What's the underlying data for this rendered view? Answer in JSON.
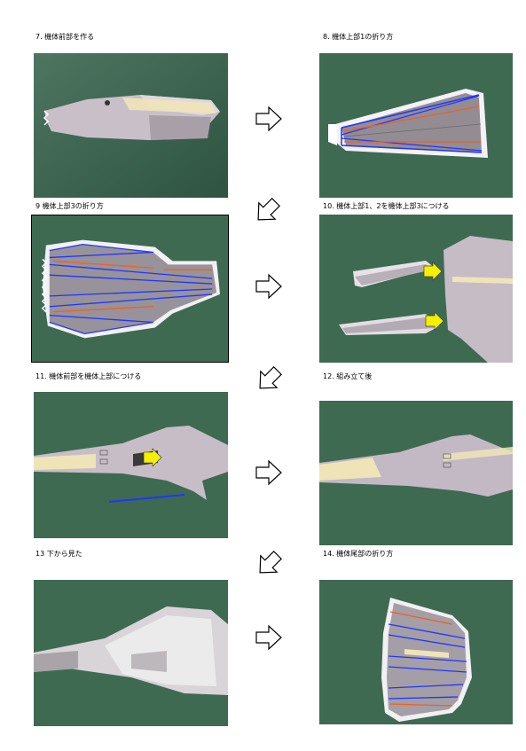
{
  "steps": [
    {
      "caption": "7. 機体前部を作る"
    },
    {
      "caption": "8. 機体上部1の折り方"
    },
    {
      "caption": "9  機体上部3の折り方"
    },
    {
      "caption": "10. 機体上部1、2を機体上部3につける"
    },
    {
      "caption": "11. 機体前部を機体上部につける"
    },
    {
      "caption": "12. 組み立て後"
    },
    {
      "caption": "13  下から見た"
    },
    {
      "caption": "14. 機体尾部の折り方"
    }
  ],
  "colors": {
    "mat": "#3f6a52",
    "mat_dark": "#2f5542",
    "paper": "#cfc4cc",
    "paper_light": "#e6e1e6",
    "fold_blue": "#1f35ff",
    "fold_orange": "#f06020",
    "marker_yellow": "#f5f000",
    "cream": "#efe4b8"
  },
  "arrows": [
    {
      "icon": "right-arrow-icon"
    },
    {
      "icon": "down-left-arrow-icon"
    },
    {
      "icon": "right-arrow-icon"
    },
    {
      "icon": "down-left-arrow-icon"
    },
    {
      "icon": "right-arrow-icon"
    },
    {
      "icon": "down-left-arrow-icon"
    },
    {
      "icon": "right-arrow-icon"
    }
  ]
}
